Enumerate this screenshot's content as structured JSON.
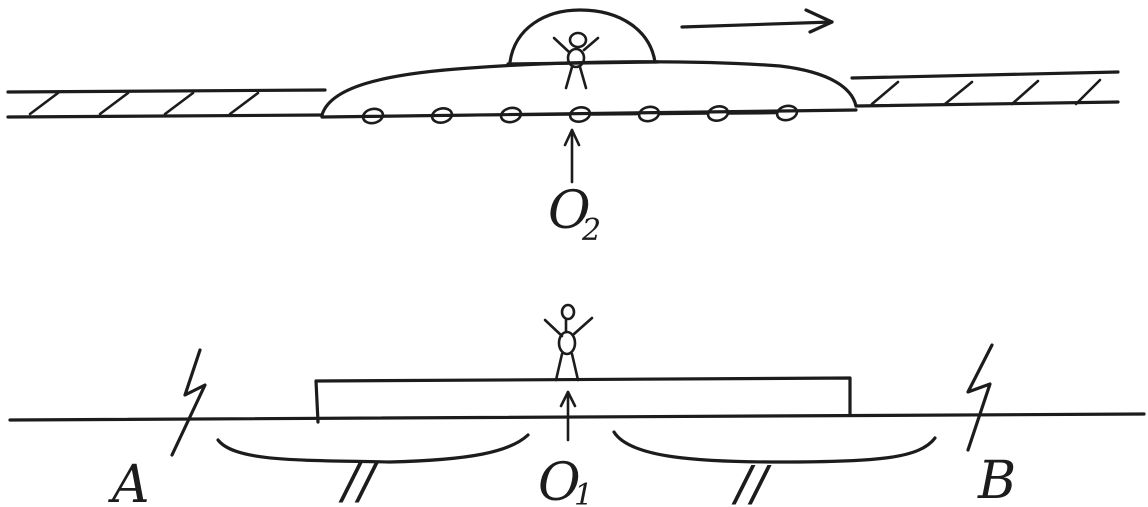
{
  "diagram": {
    "moving_train": {
      "observer_label": "O",
      "observer_sub": "2",
      "window_count": 7
    },
    "ground": {
      "observer_label": "O",
      "observer_sub": "1",
      "strike_left_label": "A",
      "strike_right_label": "B",
      "equal_mark_left": "//",
      "equal_mark_right": "//"
    }
  }
}
